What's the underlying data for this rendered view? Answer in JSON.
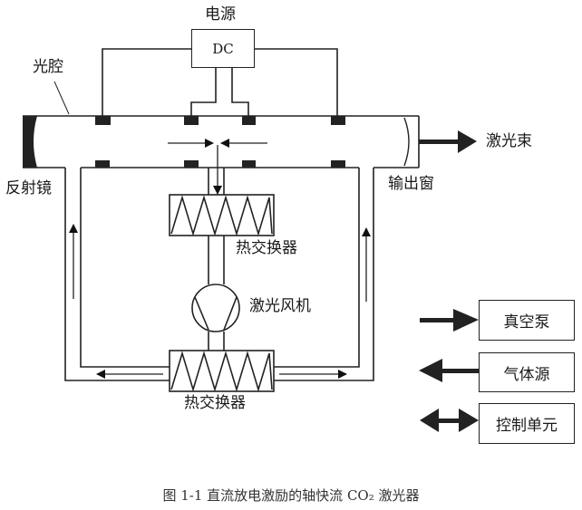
{
  "labels": {
    "power_supply": "电源",
    "dc": "DC",
    "cavity": "光腔",
    "reflector": "反射镜",
    "output_window": "输出窗",
    "laser_beam": "激光束",
    "heat_exchanger_top": "热交换器",
    "blower": "激光风机",
    "heat_exchanger_bottom": "热交换器"
  },
  "legend": [
    {
      "label": "真空泵",
      "arrow": "right"
    },
    {
      "label": "气体源",
      "arrow": "left"
    },
    {
      "label": "控制单元",
      "arrow": "both"
    }
  ],
  "caption": "图 1-1 直流放电激励的轴快流 CO₂ 激光器",
  "colors": {
    "line": "#222222",
    "fill": "#222222",
    "background": "#ffffff"
  }
}
